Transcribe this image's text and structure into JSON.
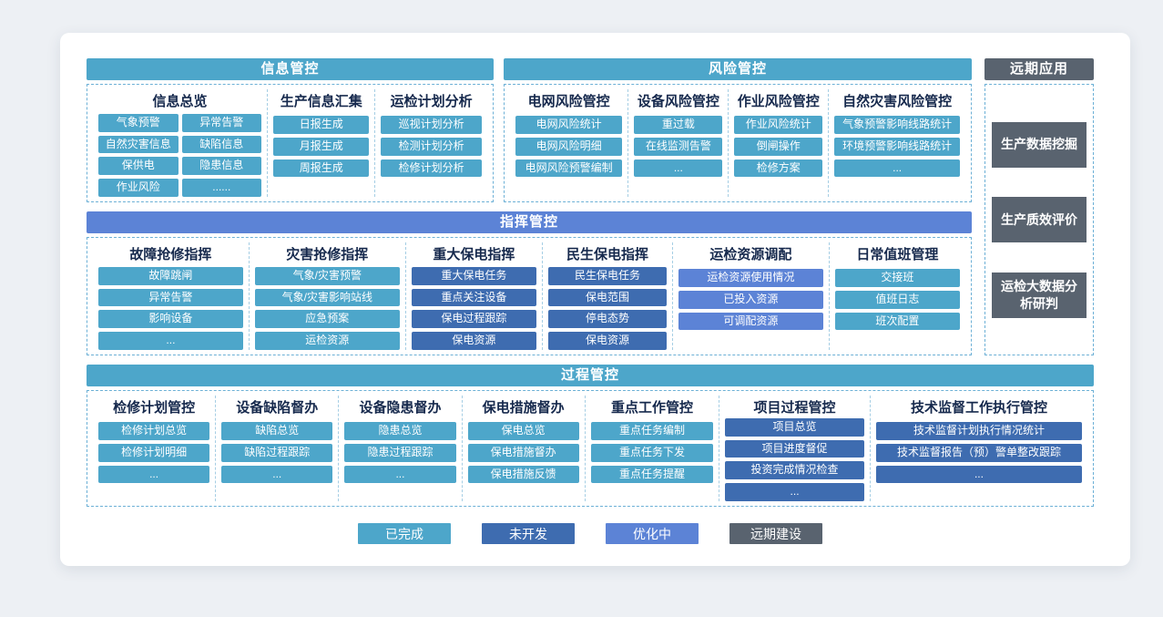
{
  "colors": {
    "completed": "#4da6ca",
    "not_developed": "#3e6cb0",
    "optimizing": "#5c83d6",
    "long_term": "#59636f"
  },
  "sections": {
    "info": {
      "title": "信息管控",
      "header_status": "completed",
      "groups": [
        {
          "title": "信息总览",
          "status": "completed",
          "cols": 2,
          "flex": 1.7,
          "items": [
            "气象预警",
            "异常告警",
            "自然灾害信息",
            "缺陷信息",
            "保供电",
            "隐患信息",
            "作业风险",
            "......"
          ]
        },
        {
          "title": "生产信息汇集",
          "status": "completed",
          "flex": 1,
          "items": [
            "日报生成",
            "月报生成",
            "周报生成"
          ]
        },
        {
          "title": "运检计划分析",
          "status": "completed",
          "flex": 1.05,
          "items": [
            "巡视计划分析",
            "检测计划分析",
            "检修计划分析"
          ]
        }
      ]
    },
    "risk": {
      "title": "风险管控",
      "header_status": "completed",
      "groups": [
        {
          "title": "电网风险管控",
          "status": "completed",
          "flex": 1.15,
          "items": [
            "电网风险统计",
            "电网风险明细",
            "电网风险预警编制"
          ]
        },
        {
          "title": "设备风险管控",
          "status": "completed",
          "flex": 0.95,
          "items": [
            "重过载",
            "在线监测告警",
            "..."
          ]
        },
        {
          "title": "作业风险管控",
          "status": "completed",
          "flex": 0.95,
          "items": [
            "作业风险统计",
            "倒闸操作",
            "检修方案"
          ]
        },
        {
          "title": "自然灾害风险管控",
          "status": "completed",
          "flex": 1.35,
          "items": [
            "气象预警影响线路统计",
            "环境预警影响线路统计",
            "..."
          ]
        }
      ]
    },
    "command": {
      "title": "指挥管控",
      "header_status": "optimizing",
      "groups": [
        {
          "title": "故障抢修指挥",
          "status": "completed",
          "flex": 1.1,
          "items": [
            "故障跳闸",
            "异常告警",
            "影响设备",
            "..."
          ]
        },
        {
          "title": "灾害抢修指挥",
          "status": "completed",
          "flex": 1.1,
          "items": [
            "气象/灾害预警",
            "气象/灾害影响站线",
            "应急预案",
            "运检资源"
          ]
        },
        {
          "title": "重大保电指挥",
          "status": "not_developed",
          "flex": 0.95,
          "items": [
            "重大保电任务",
            "重点关注设备",
            "保电过程跟踪",
            "保电资源"
          ]
        },
        {
          "title": "民生保电指挥",
          "status": "not_developed",
          "flex": 0.9,
          "items": [
            "民生保电任务",
            "保电范围",
            "停电态势",
            "保电资源"
          ]
        },
        {
          "title": "运检资源调配",
          "status": "optimizing",
          "flex": 1.1,
          "items": [
            "运检资源使用情况",
            "已投入资源",
            "可调配资源"
          ]
        },
        {
          "title": "日常值班管理",
          "status": "completed",
          "flex": 0.95,
          "items": [
            "交接班",
            "值班日志",
            "班次配置"
          ]
        }
      ]
    },
    "process": {
      "title": "过程管控",
      "header_status": "completed",
      "groups": [
        {
          "title": "检修计划管控",
          "status": "completed",
          "flex": 1,
          "items": [
            "检修计划总览",
            "检修计划明细",
            "..."
          ]
        },
        {
          "title": "设备缺陷督办",
          "status": "completed",
          "flex": 1,
          "items": [
            "缺陷总览",
            "缺陷过程跟踪",
            "..."
          ]
        },
        {
          "title": "设备隐患督办",
          "status": "completed",
          "flex": 1,
          "items": [
            "隐患总览",
            "隐患过程跟踪",
            "..."
          ]
        },
        {
          "title": "保电措施督办",
          "status": "completed",
          "flex": 1,
          "items": [
            "保电总览",
            "保电措施督办",
            "保电措施反馈"
          ]
        },
        {
          "title": "重点工作管控",
          "status": "completed",
          "flex": 1.1,
          "items": [
            "重点任务编制",
            "重点任务下发",
            "重点任务提醒"
          ]
        },
        {
          "title": "项目过程管控",
          "status": "not_developed",
          "flex": 1.25,
          "items": [
            "项目总览",
            "项目进度督促",
            "投资完成情况检查",
            "..."
          ]
        },
        {
          "title": "技术监督工作执行管控",
          "status": "not_developed",
          "flex": 1.85,
          "items": [
            "技术监督计划执行情况统计",
            "技术监督报告（预）警单整改跟踪",
            "..."
          ]
        }
      ]
    },
    "future": {
      "title": "远期应用",
      "header_status": "long_term",
      "blocks": [
        "生产数据挖掘",
        "生产质效评价",
        "运检大数据分析研判"
      ]
    }
  },
  "legend": {
    "items": [
      {
        "label": "已完成",
        "status": "completed"
      },
      {
        "label": "未开发",
        "status": "not_developed"
      },
      {
        "label": "优化中",
        "status": "optimizing"
      },
      {
        "label": "远期建设",
        "status": "long_term"
      }
    ]
  }
}
